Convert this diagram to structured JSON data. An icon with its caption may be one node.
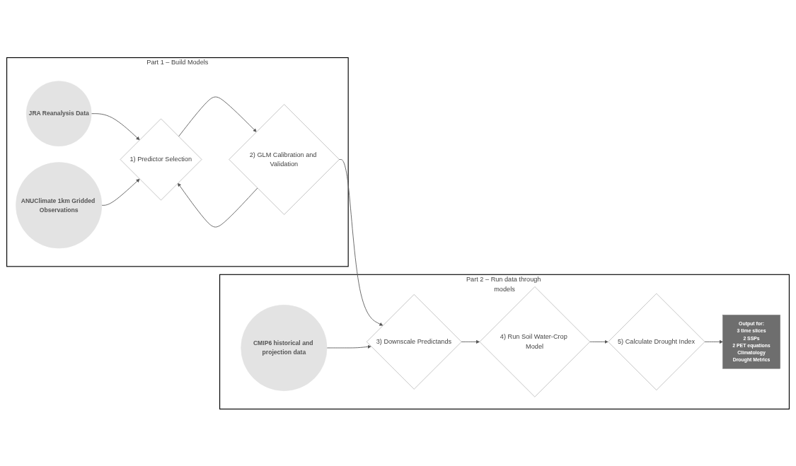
{
  "diagram": {
    "nodes": [
      {
        "text": [
          "Part 1 – Build Models"
        ]
      },
      {
        "text": [
          "JRA Reanalysis Data"
        ],
        "in": 0
      },
      {
        "text": [
          "1) Predictor Selection"
        ],
        "in": 0
      },
      {
        "text": [
          "2) GLM Calibration and Validation"
        ],
        "in": 0
      },
      {
        "text": [
          "ANUClimate 1km Gridded Observations"
        ],
        "in": 0
      },
      {
        "text": [
          "Part 2 – Run data through models"
        ]
      },
      {
        "text": [
          "3) Downscale Predictands"
        ],
        "in": 5
      },
      {
        "text": [
          "4) Run Soil Water-Crop Model"
        ],
        "in": 5
      },
      {
        "text": [
          "5) Calculate Drought Index"
        ],
        "in": 5
      },
      {
        "text": [
          "CMIP6 historical and projection data"
        ],
        "in": 5
      },
      {
        "text": [
          "Output for:",
          "3 time slices",
          "2 SSPs",
          "2 PET equations",
          "Climatology",
          "Drought Metrics"
        ],
        "in": 5
      }
    ],
    "edges": [
      {
        "from": 1,
        "to": 2,
        "arrow": "to"
      },
      {
        "from": 3,
        "to": 2,
        "arrow": "to"
      },
      {
        "from": 2,
        "to": 3,
        "arrow": "to"
      },
      {
        "from": 4,
        "to": 2,
        "arrow": "to"
      },
      {
        "from": 3,
        "to": 6,
        "arrow": "to"
      },
      {
        "from": 6,
        "to": 7,
        "arrow": "to"
      },
      {
        "from": 7,
        "to": 8,
        "arrow": "to"
      },
      {
        "from": 9,
        "to": 6,
        "arrow": "to"
      },
      {
        "from": 8,
        "to": 10,
        "arrow": "to"
      }
    ]
  }
}
